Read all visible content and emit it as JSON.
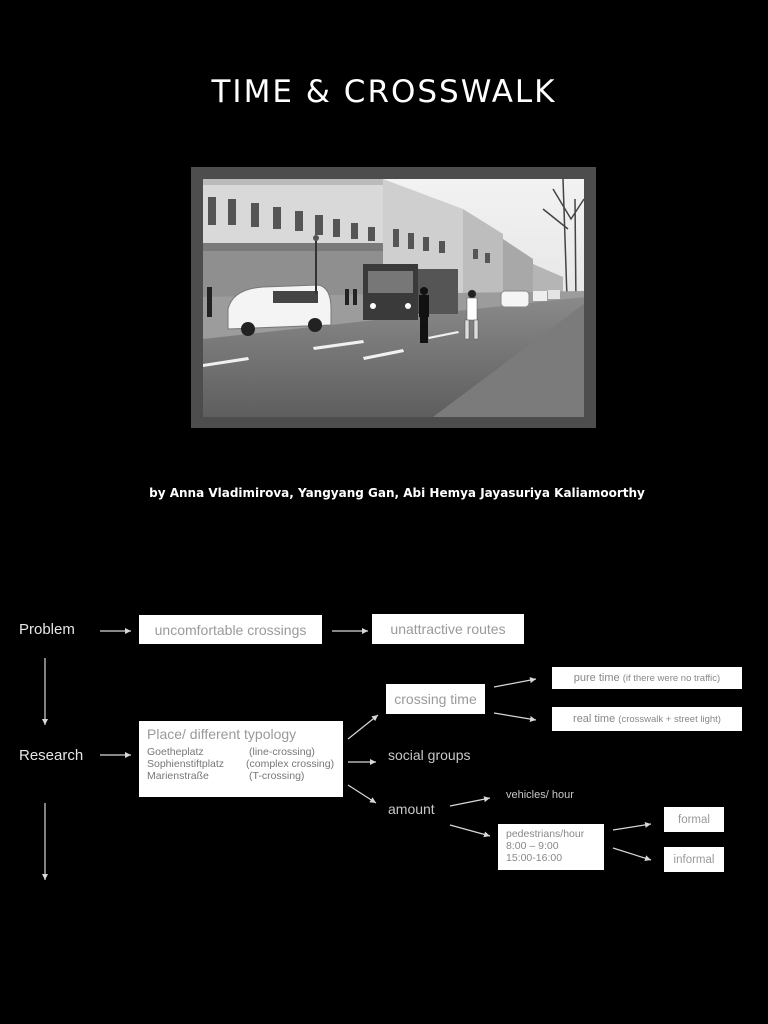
{
  "title": "TIME & CROSSWALK",
  "photo": {
    "alt": "street photo with pedestrians crossing"
  },
  "authors": "by Anna Vladimirova, Yangyang Gan, Abi Hemya Jayasuriya Kaliamoorthy",
  "diagram": {
    "problem_label": "Problem",
    "research_label": "Research",
    "uncomfortable": "uncomfortable crossings",
    "unattractive": "unattractive routes",
    "place_title": "Place/ different typology",
    "places": [
      {
        "name": "Goetheplatz",
        "type": "(line-crossing)"
      },
      {
        "name": "Sophienstiftplatz",
        "type": "(complex crossing)"
      },
      {
        "name": "Marienstraße",
        "type": "(T-crossing)"
      }
    ],
    "crossing_time": "crossing time",
    "pure_time": "pure time",
    "pure_time_note": "(if there were no traffic)",
    "real_time": "real time",
    "real_time_note": "(crosswalk + street light)",
    "social_groups": "social groups",
    "amount": "amount",
    "vehicles": "vehicles/ hour",
    "pedestrians_title": "pedestrians/hour",
    "pedestrians_t1": "8:00 – 9:00",
    "pedestrians_t2": "15:00-16:00",
    "formal": "formal",
    "informal": "informal"
  }
}
